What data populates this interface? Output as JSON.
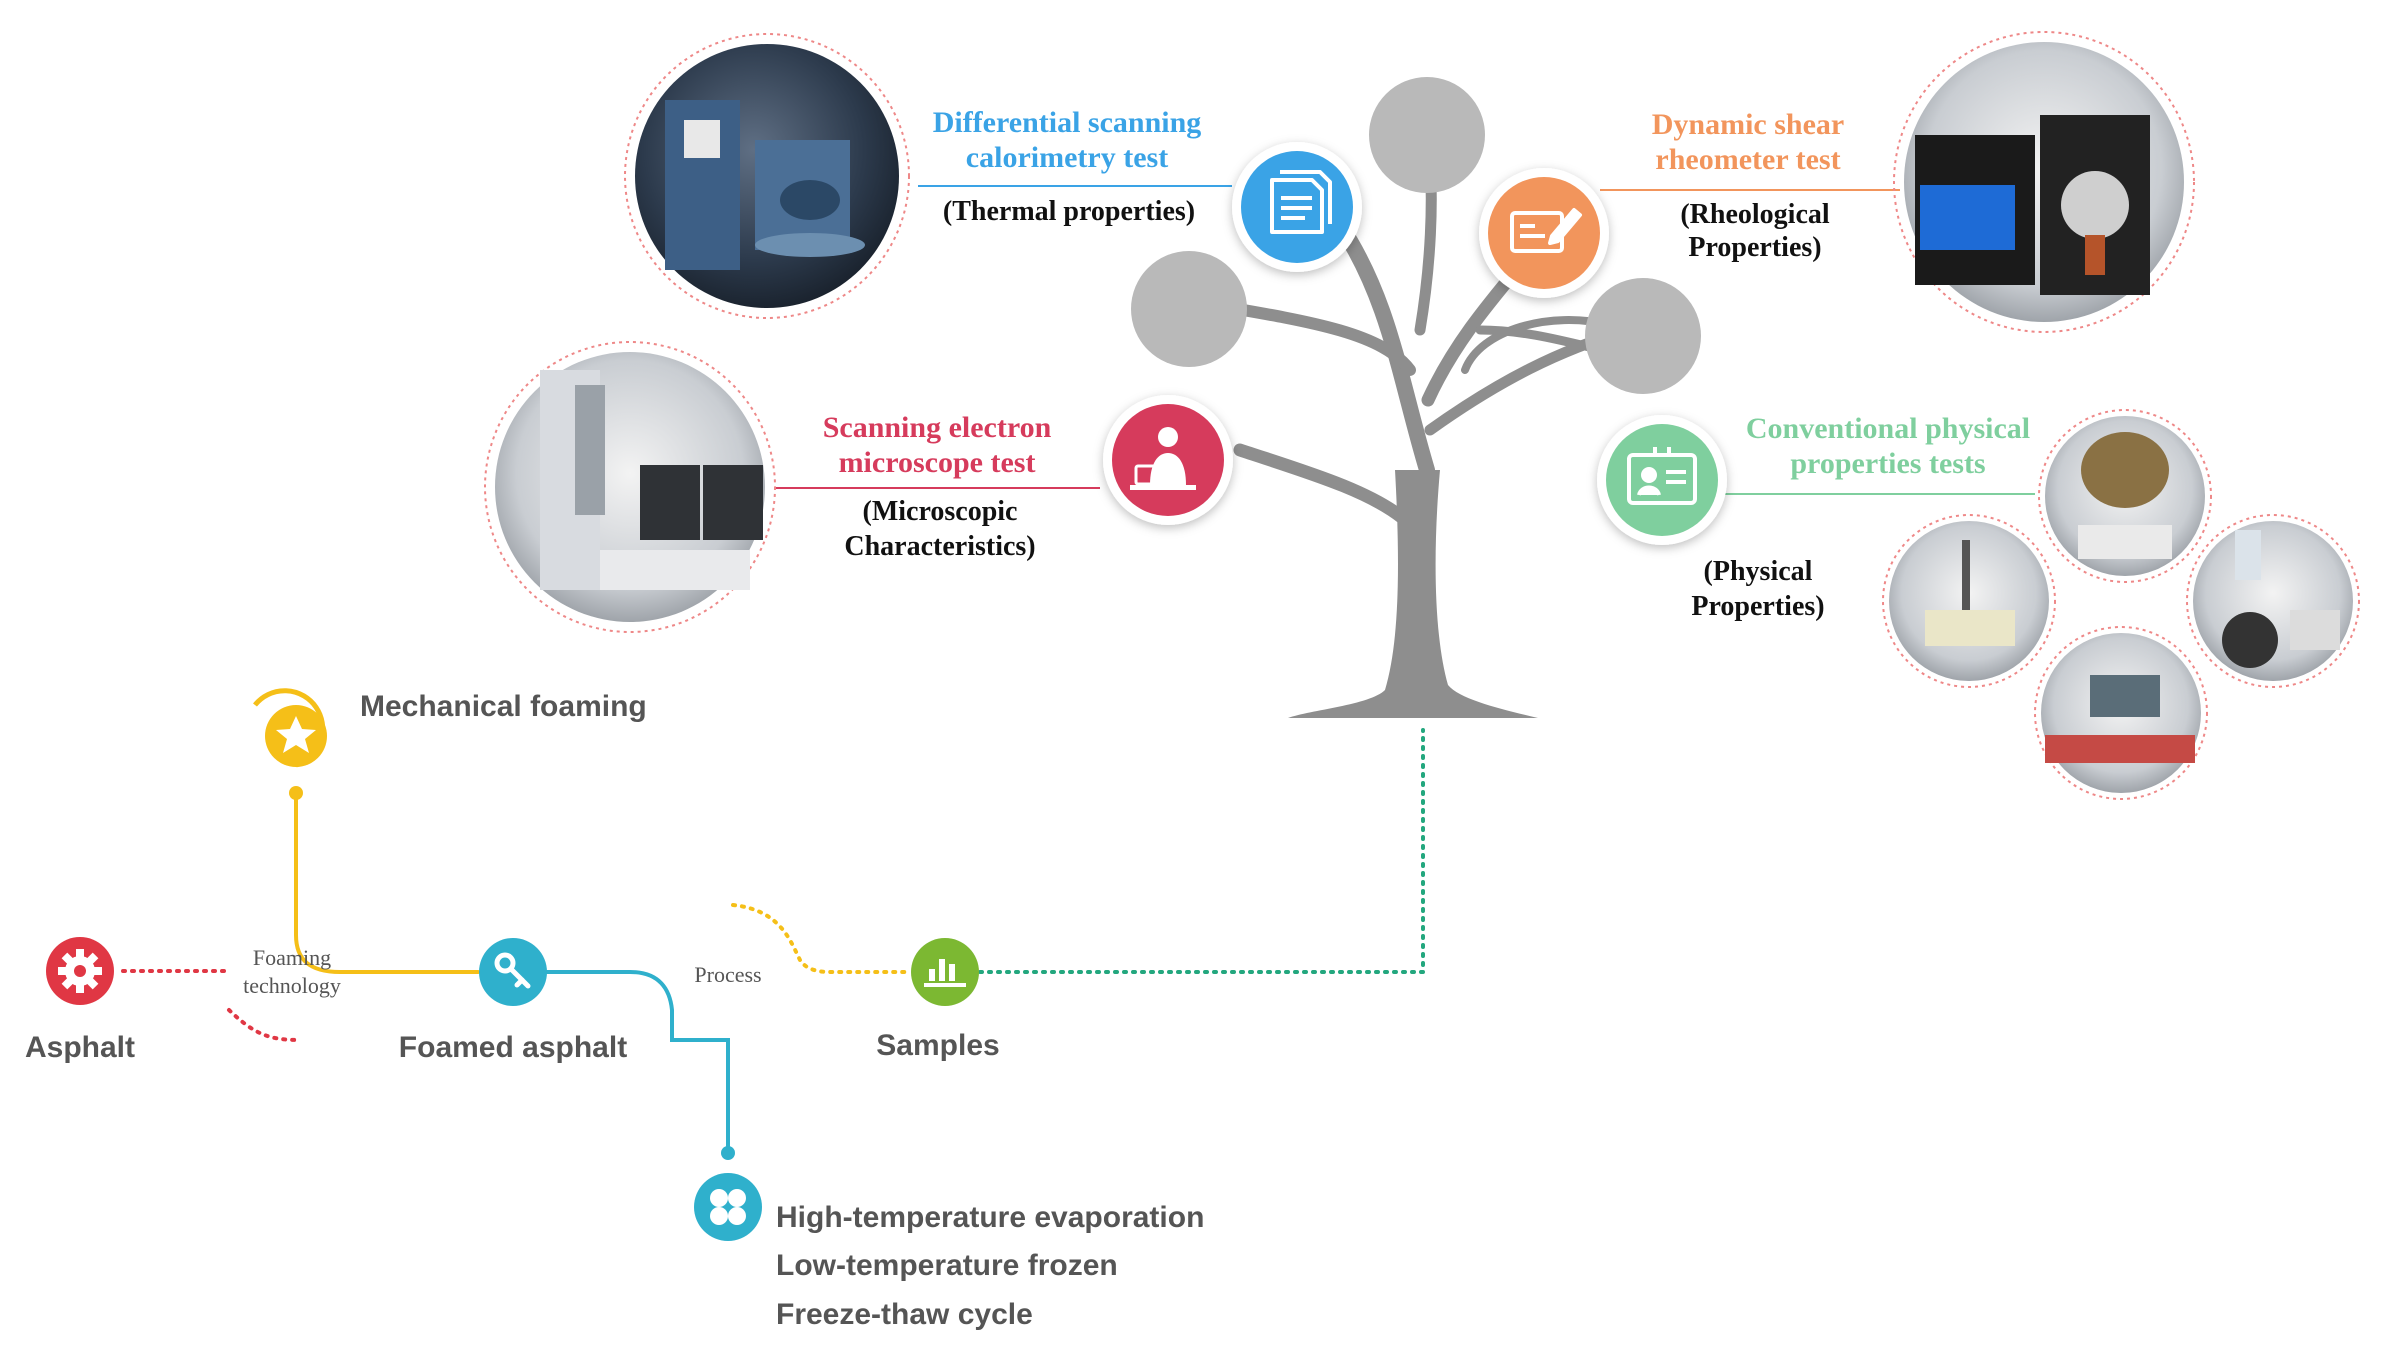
{
  "colors": {
    "asphalt": "#e03744",
    "foamed": "#2fb0cc",
    "mechanical": "#f5bf18",
    "samples": "#7cb832",
    "treeGreen": "#23a77e",
    "trunk": "#8e8e8e",
    "blue": "#3aa3e6",
    "orange": "#f2955c",
    "pink": "#d63b5c",
    "green": "#7fcf9e",
    "processLabel": "#555555",
    "grayLabel": "#555555"
  },
  "flow": {
    "asphalt": "Asphalt",
    "foaming_technology": [
      "Foaming",
      "technology"
    ],
    "foamed_asphalt": "Foamed asphalt",
    "mechanical_foaming": "Mechanical foaming",
    "process": "Process",
    "samples": "Samples",
    "process_steps": [
      "High-temperature evaporation",
      "Low-temperature frozen",
      "Freeze-thaw cycle"
    ]
  },
  "tests": {
    "dsc": {
      "title": [
        "Differential scanning",
        "calorimetry test"
      ],
      "property": [
        "(Thermal properties)"
      ],
      "icon": "document-icon"
    },
    "dsr": {
      "title": [
        "Dynamic shear",
        "rheometer test"
      ],
      "property": [
        "(Rheological",
        "Properties)"
      ],
      "icon": "pen-chart-icon"
    },
    "sem": {
      "title": [
        "Scanning electron",
        "microscope test"
      ],
      "property": [
        "(Microscopic",
        "Characteristics)"
      ],
      "icon": "presenter-icon"
    },
    "physical": {
      "title": [
        "Conventional physical",
        "properties tests"
      ],
      "property": [
        "(Physical",
        "Properties)"
      ],
      "icon": "id-card-icon"
    }
  },
  "icons": {
    "asphalt": "gear-icon",
    "foamed": "key-icon",
    "mechanical": "star-icon",
    "samples": "bar-chart-icon",
    "process": "clover-icon"
  }
}
